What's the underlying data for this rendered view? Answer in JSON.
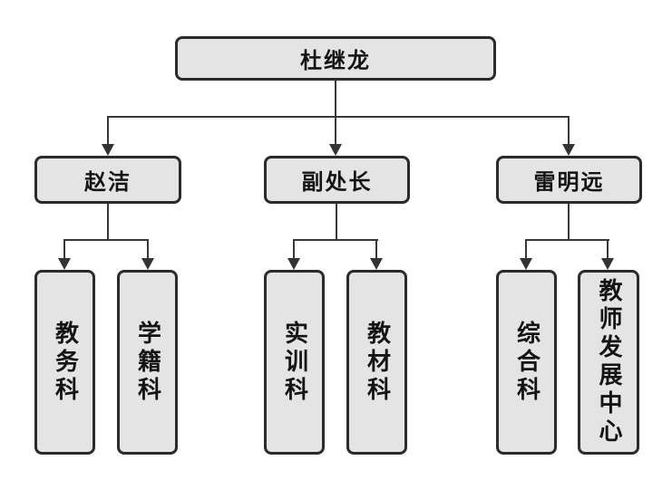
{
  "org_chart": {
    "root": {
      "label": "杜继龙"
    },
    "managers": [
      {
        "label": "赵洁",
        "children": [
          {
            "label": "教务科"
          },
          {
            "label": "学籍科"
          }
        ]
      },
      {
        "label": "副处长",
        "children": [
          {
            "label": "实训科"
          },
          {
            "label": "教材科"
          }
        ]
      },
      {
        "label": "雷明远",
        "children": [
          {
            "label": "综合科"
          },
          {
            "label": "教师发展中心"
          }
        ]
      }
    ],
    "colors": {
      "background": "#ffffff",
      "box_fill": "#e4e4e4",
      "box_border": "#2b2b2b",
      "connector_line": "#383838",
      "arrow": "#333333",
      "text": "#141414"
    }
  }
}
